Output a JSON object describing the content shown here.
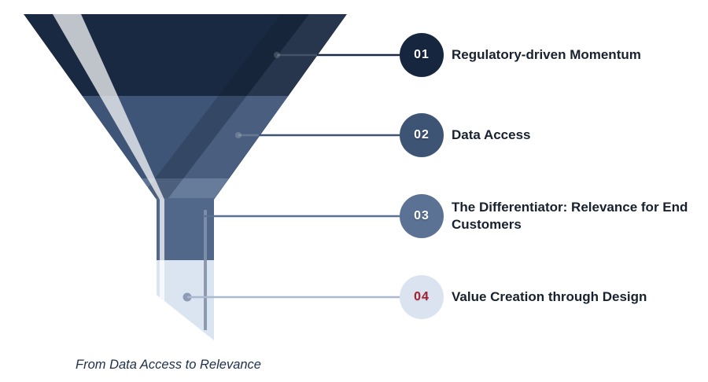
{
  "funnel": {
    "caption": "From Data Access to Relevance",
    "stages": [
      {
        "number": "01",
        "label": "Regulatory-driven Momentum"
      },
      {
        "number": "02",
        "label": "Data Access"
      },
      {
        "number": "03",
        "label": "The Differentiator: Relevance for End Customers"
      },
      {
        "number": "04",
        "label": "Value Creation through Design"
      }
    ],
    "colors": {
      "section_top": "#1a2942",
      "section_second": "#3f5577",
      "section_third_upper": "#5e7495",
      "section_third_neck": "#52688a",
      "section_tip": "#dbe5f2",
      "highlight_stripe": "#ffffff",
      "edge_accent_line": "#8291aa",
      "badge_1": "#16263f",
      "badge_2": "#3e5474",
      "badge_3": "#5b7294",
      "badge_4": "#dbe3f1",
      "badge_4_number": "#a32230",
      "connector_1": "#1b2b46",
      "connector_2": "#3e5474",
      "connector_3": "#5b7294",
      "connector_4": "#aab9cf",
      "connector_4_dot": "#8d9cb5",
      "label_text": "#18212f",
      "caption_text": "#20304e",
      "background": "#ffffff"
    }
  }
}
